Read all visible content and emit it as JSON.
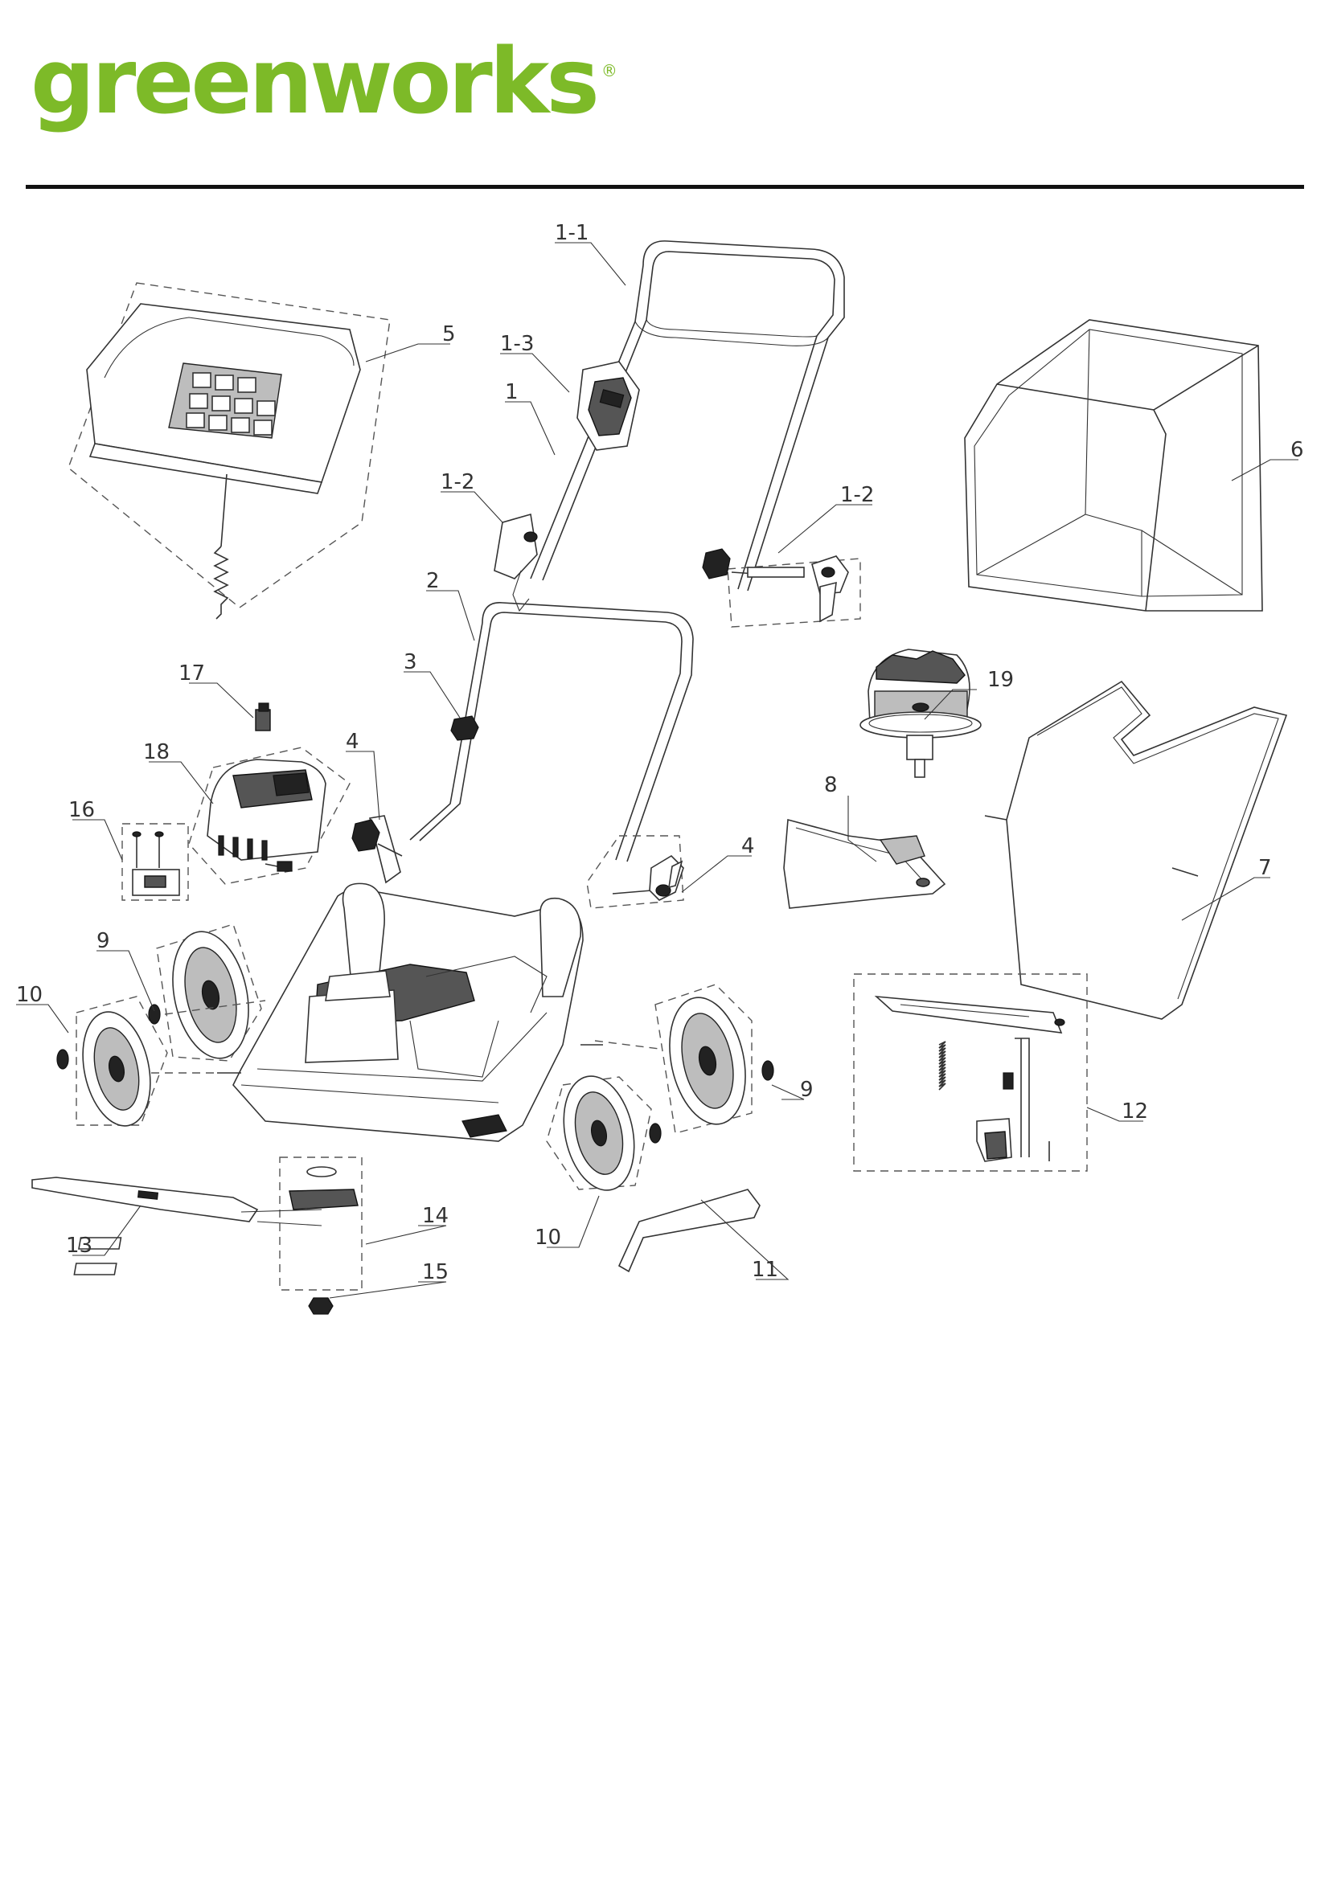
{
  "brand": {
    "name": "greenworks",
    "registered": "®",
    "color": "#7dba28"
  },
  "callouts": [
    {
      "id": "c-1-1",
      "label": "1-1"
    },
    {
      "id": "c-1-3",
      "label": "1-3"
    },
    {
      "id": "c-1",
      "label": "1"
    },
    {
      "id": "c-1-2a",
      "label": "1-2"
    },
    {
      "id": "c-1-2b",
      "label": "1-2"
    },
    {
      "id": "c-2",
      "label": "2"
    },
    {
      "id": "c-3",
      "label": "3"
    },
    {
      "id": "c-4a",
      "label": "4"
    },
    {
      "id": "c-4b",
      "label": "4"
    },
    {
      "id": "c-5",
      "label": "5"
    },
    {
      "id": "c-6",
      "label": "6"
    },
    {
      "id": "c-7",
      "label": "7"
    },
    {
      "id": "c-8",
      "label": "8"
    },
    {
      "id": "c-9a",
      "label": "9"
    },
    {
      "id": "c-9b",
      "label": "9"
    },
    {
      "id": "c-10a",
      "label": "10"
    },
    {
      "id": "c-10b",
      "label": "10"
    },
    {
      "id": "c-11",
      "label": "11"
    },
    {
      "id": "c-12",
      "label": "12"
    },
    {
      "id": "c-13",
      "label": "13"
    },
    {
      "id": "c-14",
      "label": "14"
    },
    {
      "id": "c-15",
      "label": "15"
    },
    {
      "id": "c-16",
      "label": "16"
    },
    {
      "id": "c-17",
      "label": "17"
    },
    {
      "id": "c-18",
      "label": "18"
    },
    {
      "id": "c-19",
      "label": "19"
    }
  ]
}
